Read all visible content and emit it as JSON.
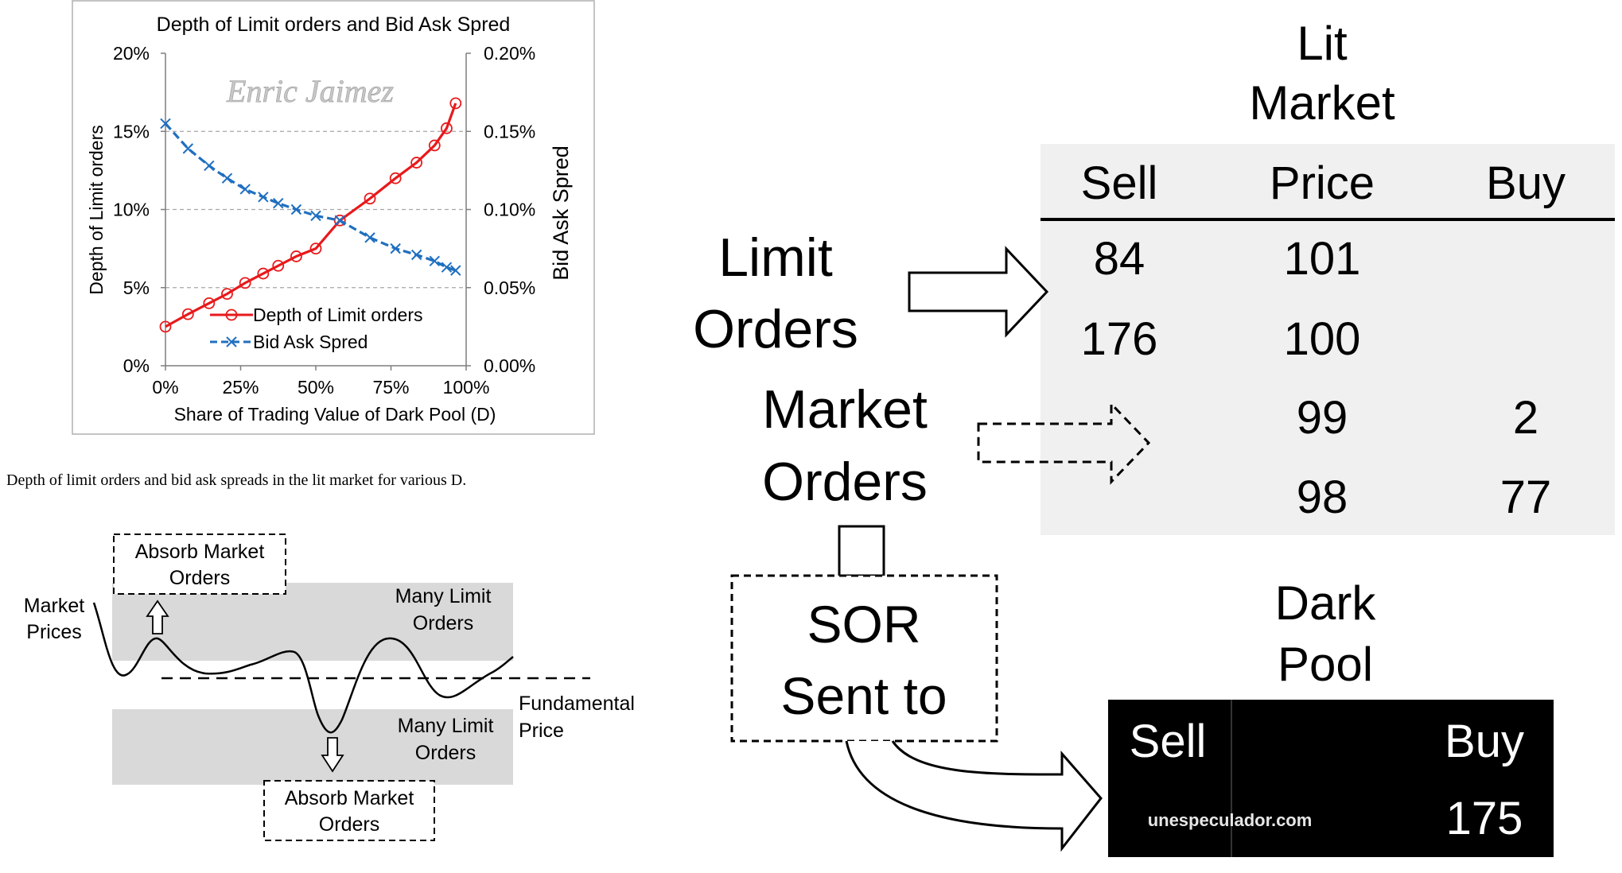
{
  "chart_data": {
    "type": "line",
    "title": "Depth of Limit orders and Bid Ask Spred",
    "watermark": "Enric Jaimez",
    "xlabel": "Share of Trading Value of Dark Pool (D)",
    "ylabel_left": "Depth of Limit orders",
    "ylabel_right": "Bid Ask Spred",
    "x_ticks": [
      "0%",
      "25%",
      "50%",
      "75%",
      "100%"
    ],
    "y_left_ticks": [
      "0%",
      "5%",
      "10%",
      "15%",
      "20%"
    ],
    "y_right_ticks": [
      "0.00%",
      "0.05%",
      "0.10%",
      "0.15%",
      "0.20%"
    ],
    "xlim": [
      0,
      100
    ],
    "ylim_left": [
      0,
      20
    ],
    "ylim_right": [
      0,
      0.2
    ],
    "legend_position": "bottom-left inside plot",
    "grid": "horizontal dashed",
    "series": [
      {
        "name": "Depth of Limit orders",
        "axis": "left",
        "color": "#e8191b",
        "marker": "circle",
        "x": [
          0,
          7.5,
          14.5,
          20.5,
          26.5,
          32.5,
          37.5,
          43.5,
          50,
          58,
          68,
          76.5,
          83.5,
          89.5,
          93.5,
          96.5
        ],
        "y": [
          2.5,
          3.3,
          4.0,
          4.6,
          5.3,
          5.9,
          6.4,
          7.0,
          7.5,
          9.3,
          10.7,
          12.0,
          13.0,
          14.1,
          15.2,
          16.8
        ]
      },
      {
        "name": "Bid Ask Spred",
        "axis": "right",
        "color": "#1f6fc0",
        "marker": "x",
        "x": [
          0,
          7.5,
          14.5,
          20.5,
          26.5,
          32.5,
          37.5,
          43.5,
          50,
          58,
          68,
          76.5,
          83.5,
          89.5,
          93.5,
          96.5
        ],
        "y": [
          0.155,
          0.139,
          0.128,
          0.12,
          0.113,
          0.108,
          0.104,
          0.1,
          0.096,
          0.093,
          0.082,
          0.075,
          0.071,
          0.067,
          0.063,
          0.061
        ]
      }
    ]
  },
  "caption": "Depth of limit orders and bid ask spreads in the lit market for various D.",
  "diagram": {
    "absorb_top": [
      "Absorb Market",
      "Orders"
    ],
    "absorb_bottom": [
      "Absorb Market",
      "Orders"
    ],
    "market_prices": [
      "Market",
      "Prices"
    ],
    "many_limit_top": [
      "Many Limit",
      "Orders"
    ],
    "many_limit_bottom": [
      "Many Limit",
      "Orders"
    ],
    "fundamental_price": [
      "Fundamental",
      "Price"
    ]
  },
  "market": {
    "lit_title": [
      "Lit",
      "Market"
    ],
    "headers": [
      "Sell",
      "Price",
      "Buy"
    ],
    "rows": [
      {
        "sell": "84",
        "price": "101",
        "buy": ""
      },
      {
        "sell": "176",
        "price": "100",
        "buy": ""
      },
      {
        "sell": "",
        "price": "99",
        "buy": "2"
      },
      {
        "sell": "",
        "price": "98",
        "buy": "77"
      }
    ],
    "limit_orders": [
      "Limit",
      "Orders"
    ],
    "market_orders": [
      "Market",
      "Orders"
    ],
    "sor": [
      "SOR",
      "Sent to"
    ],
    "dark_title": [
      "Dark",
      "Pool"
    ],
    "dark_headers": [
      "Sell",
      "Buy"
    ],
    "dark_value": "175",
    "site": "unespeculador.com"
  }
}
